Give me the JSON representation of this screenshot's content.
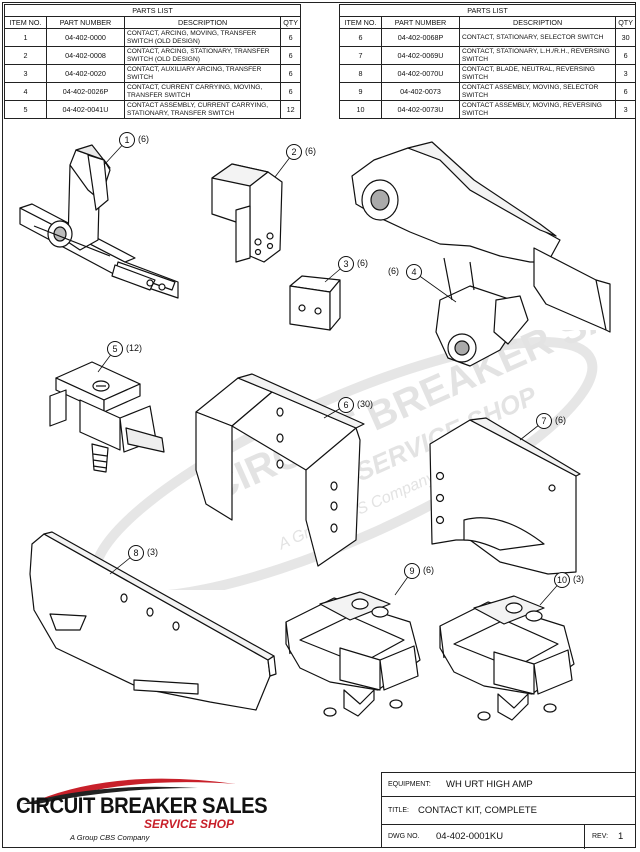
{
  "parts_list": {
    "title": "PARTS LIST",
    "headers": {
      "item": "ITEM NO.",
      "part": "PART NUMBER",
      "desc": "DESCRIPTION",
      "qty": "QTY"
    },
    "left_rows": [
      {
        "item": "1",
        "part": "04-402-0000",
        "desc": "CONTACT, ARCING, MOVING, TRANSFER SWITCH (OLD DESIGN)",
        "qty": "6"
      },
      {
        "item": "2",
        "part": "04-402-0008",
        "desc": "CONTACT, ARCING, STATIONARY, TRANSFER SWITCH (OLD DESIGN)",
        "qty": "6"
      },
      {
        "item": "3",
        "part": "04-402-0020",
        "desc": "CONTACT, AUXILIARY ARCING, TRANSFER SWITCH",
        "qty": "6"
      },
      {
        "item": "4",
        "part": "04-402-0026P",
        "desc": "CONTACT, CURRENT CARRYING, MOVING, TRANSFER SWITCH",
        "qty": "6"
      },
      {
        "item": "5",
        "part": "04-402-0041U",
        "desc": "CONTACT ASSEMBLY, CURRENT CARRYING, STATIONARY, TRANSFER SWITCH",
        "qty": "12"
      }
    ],
    "right_rows": [
      {
        "item": "6",
        "part": "04-402-0068P",
        "desc": "CONTACT, STATIONARY, SELECTOR SWITCH",
        "qty": "30"
      },
      {
        "item": "7",
        "part": "04-402-0069U",
        "desc": "CONTACT, STATIONARY, L.H./R.H., REVERSING SWITCH",
        "qty": "6"
      },
      {
        "item": "8",
        "part": "04-402-0070U",
        "desc": "CONTACT, BLADE, NEUTRAL, REVERSING SWITCH",
        "qty": "3"
      },
      {
        "item": "9",
        "part": "04-402-0073",
        "desc": "CONTACT ASSEMBLY, MOVING, SELECTOR SWITCH",
        "qty": "6"
      },
      {
        "item": "10",
        "part": "04-402-0073U",
        "desc": "CONTACT ASSEMBLY, MOVING, REVERSING SWITCH",
        "qty": "3"
      }
    ]
  },
  "callouts": [
    {
      "num": "1",
      "qty": "(6)"
    },
    {
      "num": "2",
      "qty": "(6)"
    },
    {
      "num": "3",
      "qty": "(6)"
    },
    {
      "num": "4",
      "qty": "(6)"
    },
    {
      "num": "5",
      "qty": "(12)"
    },
    {
      "num": "6",
      "qty": "(30)"
    },
    {
      "num": "7",
      "qty": "(6)"
    },
    {
      "num": "8",
      "qty": "(3)"
    },
    {
      "num": "9",
      "qty": "(6)"
    },
    {
      "num": "10",
      "qty": "(3)"
    }
  ],
  "watermark": {
    "line1": "CIRCUIT BREAKER SALES",
    "line2": "SERVICE SHOP",
    "line3": "A Group CBS Company"
  },
  "title_block": {
    "equipment_label": "EQUIPMENT:",
    "equipment_value": "WH URT HIGH AMP",
    "title_label": "TITLE:",
    "title_value": "CONTACT KIT, COMPLETE",
    "dwg_label": "DWG NO.",
    "dwg_value": "04-402-0001KU",
    "rev_label": "REV:",
    "rev_value": "1"
  },
  "logo": {
    "main": "CIRCUIT BREAKER SALES",
    "sub": "SERVICE SHOP",
    "tagline": "A Group CBS Company",
    "accent_color": "#c8202a"
  }
}
